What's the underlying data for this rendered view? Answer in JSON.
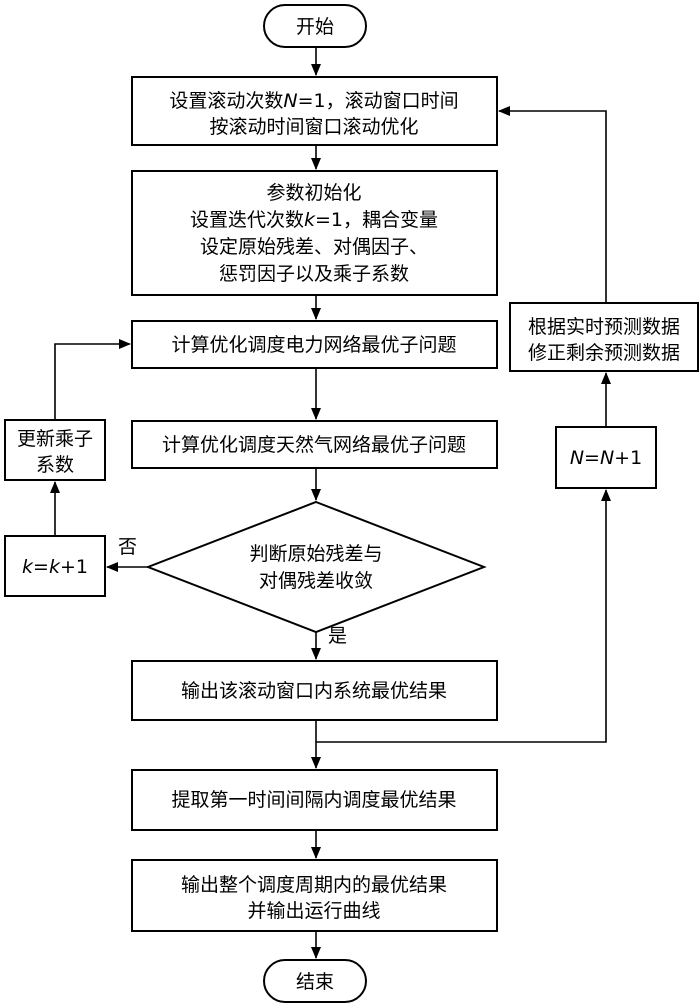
{
  "flowchart": {
    "start": "开始",
    "step1": {
      "line1_pre": "设置滚动次数",
      "line1_var": "N",
      "line1_post": "=1，滚动窗口时间",
      "line2": "按滚动时间窗口滚动优化"
    },
    "step2": {
      "line1": "参数初始化",
      "line2_pre": "设置迭代次数",
      "line2_var": "k",
      "line2_post": "=1，耦合变量",
      "line3": "设定原始残差、对偶因子、",
      "line4": "惩罚因子以及乘子系数"
    },
    "step3": "计算优化调度电力网络最优子问题",
    "step4": "计算优化调度天然气网络最优子问题",
    "decision": {
      "line1": "判断原始残差与",
      "line2": "对偶残差收敛"
    },
    "no_label": "否",
    "yes_label": "是",
    "k_update": {
      "var1": "k",
      "eq": "=",
      "var2": "k",
      "tail": "+1"
    },
    "multiplier_update": {
      "line1": "更新乘子",
      "line2": "系数"
    },
    "step5": "输出该滚动窗口内系统最优结果",
    "n_update": {
      "var1": "N",
      "eq": "=",
      "var2": "N",
      "tail": "+1"
    },
    "forecast_update": {
      "line1": "根据实时预测数据",
      "line2": "修正剩余预测数据"
    },
    "step6": "提取第一时间间隔内调度最优结果",
    "step7": {
      "line1": "输出整个调度周期内的最优结果",
      "line2": "并输出运行曲线"
    },
    "end": "结束"
  }
}
